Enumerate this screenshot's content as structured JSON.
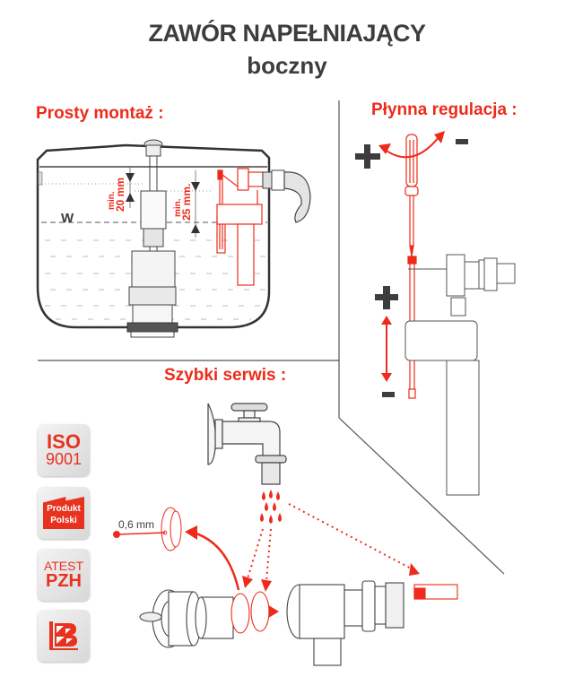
{
  "header": {
    "title": "ZAWÓR NAPEŁNIAJĄCY",
    "subtitle": "boczny"
  },
  "sections": {
    "installation": {
      "title": "Prosty montaż :",
      "water_level_label": "W",
      "dim1": {
        "prefix": "min.",
        "value": "20 mm"
      },
      "dim2": {
        "prefix": "min.",
        "value": "25 mm."
      }
    },
    "adjustment": {
      "title": "Płynna regulacja :",
      "plus_sign": "+",
      "minus_sign": "-"
    },
    "service": {
      "title": "Szybki serwis :",
      "orifice_label": "0,6 mm"
    }
  },
  "badges": [
    {
      "name": "iso",
      "line1": "ISO",
      "line2": "9001"
    },
    {
      "name": "produkt-polski",
      "line1": "Produkt",
      "line2": "Polski"
    },
    {
      "name": "atest-pzh",
      "line1": "ATEST",
      "line2": "PZH"
    },
    {
      "name": "manufacturer-logo",
      "line1": "",
      "line2": ""
    }
  ],
  "colors": {
    "accent_red": "#ee2b1b",
    "dark_gray": "#3d3d3d",
    "line_gray": "#555555"
  }
}
